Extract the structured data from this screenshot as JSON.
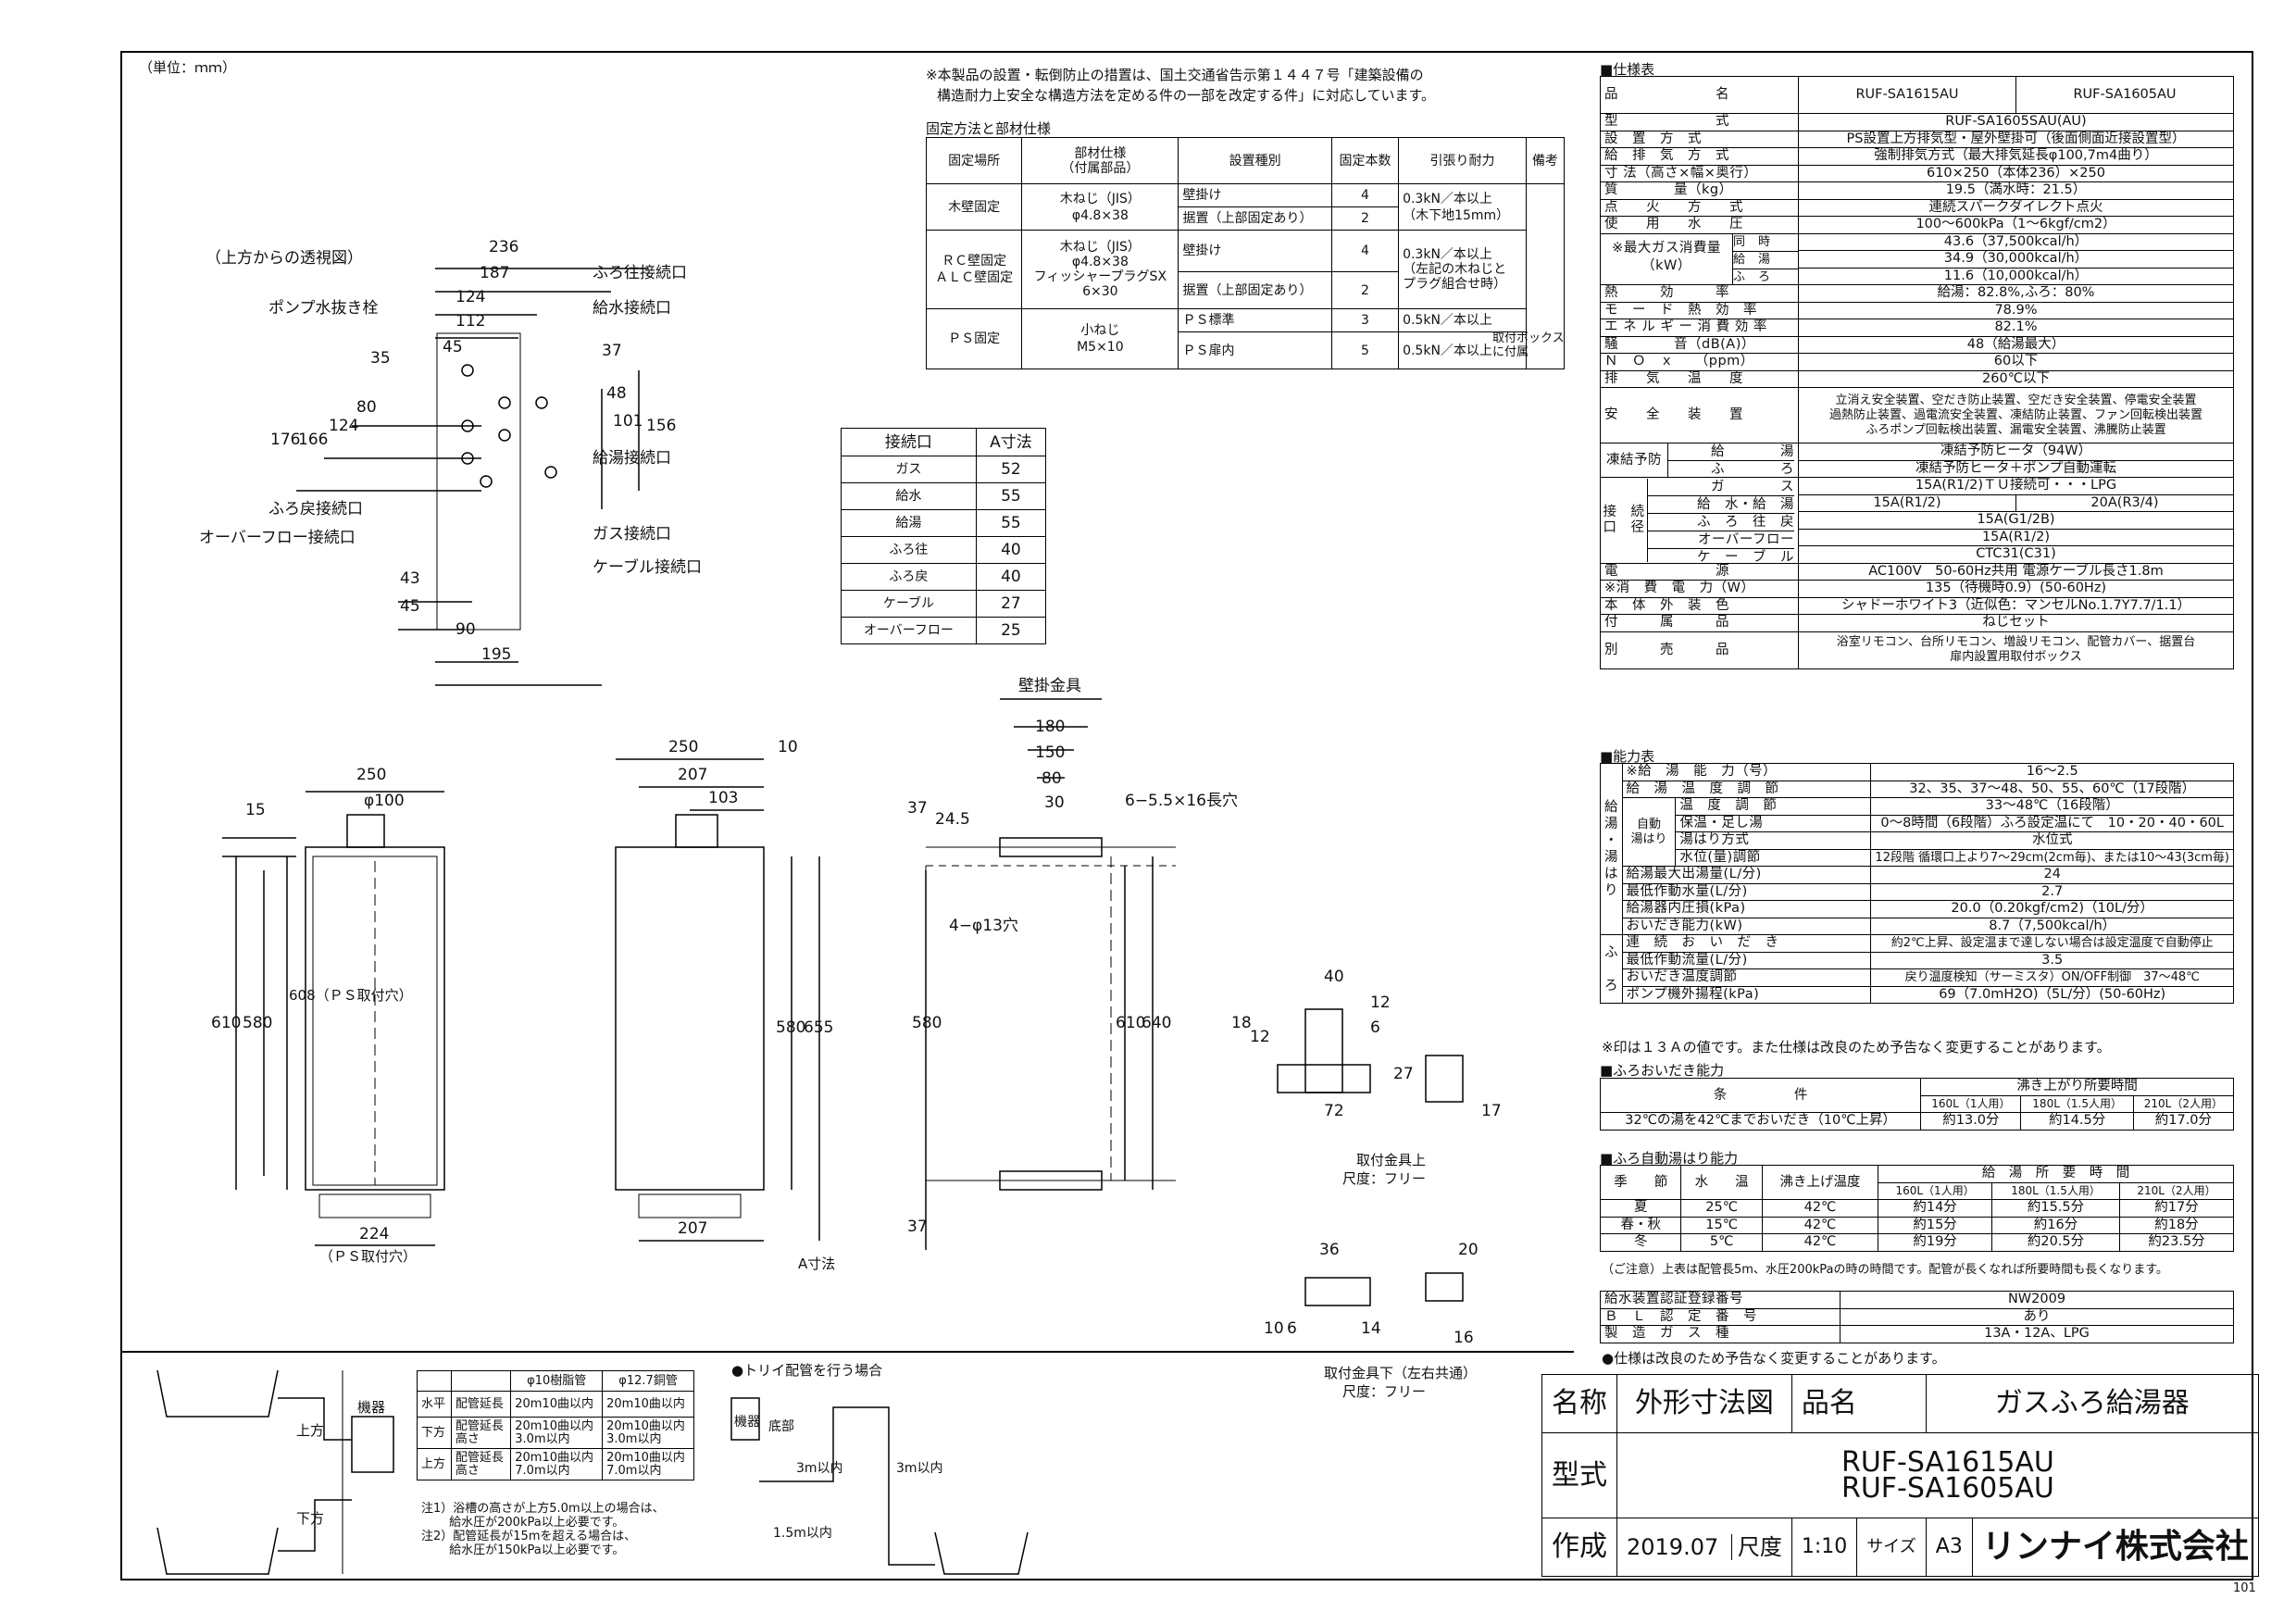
{
  "unit_note": "（単位：ｍｍ）",
  "page_number": "101",
  "install_note": {
    "line1": "※本製品の設置・転倒防止の措置は、国土交通省告示第１４４７号「建築設備の",
    "line2": "構造耐力上安全な構造方法を定める件の一部を改定する件」に対応しています。"
  },
  "fix_table": {
    "title": "固定方法と部材仕様",
    "headers": [
      "固定場所",
      "部材仕様\n（付属部品）",
      "設置種別",
      "固定本数",
      "引張り耐力",
      "備考"
    ],
    "wood": {
      "place": "木壁固定",
      "part": "木ねじ（JIS）\nφ4.8×38",
      "type1": "壁掛け",
      "n1": "4",
      "type2": "据置（上部固定あり）",
      "n2": "2",
      "force": "0.3kN／本以上\n（木下地15mm）"
    },
    "rc": {
      "place": "ＲＣ壁固定\nＡＬＣ壁固定",
      "part": "木ねじ（JIS）\nφ4.8×38\nフィッシャープラグSX\n6×30",
      "type1": "壁掛け",
      "n1": "4",
      "type2": "据置（上部固定あり）",
      "n2": "2",
      "force": "0.3kN／本以上\n（左記の木ねじと\nプラグ組合せ時）"
    },
    "ps": {
      "place": "ＰＳ固定",
      "part": "小ねじ\nM5×10",
      "type1": "ＰＳ標準",
      "n1": "3",
      "force1": "0.5kN／本以上",
      "type2": "ＰＳ扉内",
      "n2": "5",
      "force2": "0.5kN／本以上",
      "note": "取付ボックス\nに付属"
    }
  },
  "a_table": {
    "headers": [
      "接続口",
      "A寸法"
    ],
    "rows": [
      [
        "ガス",
        "52"
      ],
      [
        "給水",
        "55"
      ],
      [
        "給湯",
        "55"
      ],
      [
        "ふろ往",
        "40"
      ],
      [
        "ふろ戻",
        "40"
      ],
      [
        "ケーブル",
        "27"
      ],
      [
        "オーバーフロー",
        "25"
      ]
    ]
  },
  "top_view": {
    "caption": "（上方からの透視図）",
    "labels": [
      "ポンプ水抜き栓",
      "ふろ往接続口",
      "給水接続口",
      "給湯接続口",
      "ふろ戻接続口",
      "ガス接続口",
      "オーバーフロー接続口",
      "ケーブル接続口"
    ],
    "dims": [
      "236",
      "187",
      "124",
      "112",
      "45",
      "35",
      "37",
      "80",
      "124",
      "166",
      "176",
      "48",
      "101",
      "156",
      "43",
      "45",
      "90",
      "195"
    ]
  },
  "front_view": {
    "dims": [
      "250",
      "φ100",
      "15",
      "610",
      "580",
      "608（ＰＳ取付穴）",
      "224",
      "（ＰＳ取付穴）"
    ]
  },
  "side_view": {
    "dims": [
      "250",
      "10",
      "207",
      "103",
      "580",
      "655",
      "207",
      "A寸法"
    ]
  },
  "bracket": {
    "title": "壁掛金具",
    "dims": [
      "180",
      "150",
      "80",
      "30",
      "37",
      "24.5",
      "6−5.5×16長穴",
      "4−φ13穴",
      "580",
      "610",
      "640",
      "37"
    ]
  },
  "upper_fit": {
    "dims": [
      "40",
      "12",
      "6",
      "18",
      "12",
      "27",
      "72",
      "17"
    ],
    "caption1": "取付金具上",
    "caption2": "尺度：フリー"
  },
  "lower_fit": {
    "dims": [
      "36",
      "20",
      "10",
      "6",
      "14",
      "16"
    ],
    "caption1": "取付金具下（左右共通）",
    "caption2": "尺度：フリー"
  },
  "spec": {
    "title": "■仕様表",
    "rows": [
      [
        "品　　　　　　　名",
        "RUF-SA1615AU",
        "RUF-SA1605AU"
      ],
      [
        "型　　　　　　　式",
        "RUF-SA1605SAU(AU)"
      ],
      [
        "設　置　方　式",
        "PS設置上方排気型・屋外壁掛可（後面側面近接設置型）"
      ],
      [
        "給　排　気　方　式",
        "強制排気方式（最大排気延長φ100,7m4曲り）"
      ],
      [
        "寸 法（高さ×幅×奥行）",
        "610×250（本体236）×250"
      ],
      [
        "質　　　　量（kg）",
        "19.5（満水時：21.5）"
      ],
      [
        "点　　火　　方　　式",
        "連続スパークダイレクト点火"
      ],
      [
        "使　　用　　水　　圧",
        "100〜600kPa（1〜6kgf/cm2）"
      ]
    ],
    "gas_label": "※最大ガス消費量\n（kW）",
    "gas_rows": [
      [
        "同　時",
        "43.6（37,500kcal/h）"
      ],
      [
        "給　湯",
        "34.9（30,000kcal/h）"
      ],
      [
        "ふ　ろ",
        "11.6（10,000kcal/h）"
      ]
    ],
    "rows2": [
      [
        "熱　　　効　　　率",
        "給湯：82.8%,ふろ：80%"
      ],
      [
        "モ　ー　ド　熱　効　率",
        "78.9%"
      ],
      [
        "エ ネ ル ギ ー 消 費 効 率",
        "82.1%"
      ],
      [
        "騒　　　　音（dB(A)）",
        "48（給湯最大）"
      ],
      [
        "Ｎ　Ｏ　ｘ　　（ppm）",
        "60以下"
      ],
      [
        "排　　気　　温　　度",
        "260℃以下"
      ]
    ],
    "safety_label": "安　　全　　装　　置",
    "safety": [
      "立消え安全装置、空だき防止装置、空だき安全装置、停電安全装置",
      "過熱防止装置、過電流安全装置、凍結防止装置、ファン回転検出装置",
      "ふろポンプ回転検出装置、漏電安全装置、沸騰防止装置"
    ],
    "freeze_label": "凍結予防",
    "freeze": [
      [
        "給　　　　湯",
        "凍結予防ヒータ（94W）"
      ],
      [
        "ふ　　　　ろ",
        "凍結予防ヒータ＋ポンプ自動運転"
      ]
    ],
    "conn_label": "接　続\n口　径",
    "conn": [
      [
        "ガ　　　　ス",
        "15A(R1/2)ＴＵ接続可・・・LPG"
      ],
      [
        "給　水・給　湯",
        "15A(R1/2)",
        "20A(R3/4)"
      ],
      [
        "ふ　ろ　往　戻",
        "15A(G1/2B)"
      ],
      [
        "オーバーフロー",
        "15A(R1/2)"
      ],
      [
        "ケ　ー　ブ　ル",
        "CTC31(C31)"
      ]
    ],
    "rows3": [
      [
        "電　　　　　　　源",
        "AC100V　50-60Hz共用 電源ケーブル長さ1.8m"
      ],
      [
        "※消　費　電　力（W）",
        "135（待機時0.9）(50-60Hz)"
      ],
      [
        "本　体　外　装　色",
        "シャドーホワイト3（近似色：マンセルNo.1.7Y7.7/1.1）"
      ],
      [
        "付　　　属　　　品",
        "ねじセット"
      ]
    ],
    "sold_label": "別　　　売　　　品",
    "sold": [
      "浴室リモコン、台所リモコン、増設リモコン、配管カバー、据置台",
      "扉内設置用取付ボックス"
    ]
  },
  "perf": {
    "title": "■能力表",
    "side1": "給\n湯\n・\n湯\nは\nり",
    "side2": "ふ\n\nろ",
    "rows": [
      [
        "※給　湯　能　力（号）",
        "16〜2.5"
      ],
      [
        "給　湯　温　度　調　節",
        "32、35、37〜48、50、55、60℃（17段階）"
      ],
      [
        "温　度　調　節",
        "33〜48℃（16段階）"
      ],
      [
        "保温・足し湯",
        "0〜8時間（6段階）ふろ設定温にて　10・20・40・60L"
      ],
      [
        "湯はり方式",
        "水位式"
      ],
      [
        "水位(量)調節",
        "12段階 循環口上より7〜29cm(2cm毎)、または10〜43(3cm毎)"
      ],
      [
        "給湯最大出湯量(L/分)",
        "24"
      ],
      [
        "最低作動水量(L/分)",
        "2.7"
      ],
      [
        "給湯器内圧損(kPa)",
        "20.0（0.20kgf/cm2)（10L/分）"
      ],
      [
        "おいだき能力(kW)",
        "8.7（7,500kcal/h）"
      ],
      [
        "連　続　お　い　だ　き",
        "約2℃上昇、設定温まで達しない場合は設定温度で自動停止"
      ],
      [
        "最低作動流量(L/分)",
        "3.5"
      ],
      [
        "おいだき温度調節",
        "戻り温度検知（サーミスタ）ON/OFF制御　37〜48℃"
      ],
      [
        "ポンプ機外揚程(kPa)",
        "69（7.0mH2O)（5L/分）(50-60Hz)"
      ]
    ],
    "auto_label": "自動\n湯はり",
    "footnote": "※印は１３Ａの値です。また仕様は改良のため予告なく変更することがあります。"
  },
  "reheat": {
    "title": "■ふろおいだき能力",
    "cond": "条　　　　　件",
    "time": "沸き上がり所要時間",
    "cols": [
      "160L（1人用）",
      "180L（1.5人用）",
      "210L（2人用）"
    ],
    "row_label": "32℃の湯を42℃までおいだき（10℃上昇）",
    "values": [
      "約13.0分",
      "約14.5分",
      "約17.0分"
    ]
  },
  "auto_fill": {
    "title": "■ふろ自動湯はり能力",
    "headers": [
      "季　　節",
      "水　　温",
      "沸き上げ温度",
      "給　湯　所　要　時　間"
    ],
    "cols": [
      "160L（1人用）",
      "180L（1.5人用）",
      "210L（2人用）"
    ],
    "rows": [
      [
        "夏",
        "25℃",
        "42℃",
        "約14分",
        "約15.5分",
        "約17分"
      ],
      [
        "春・秋",
        "15℃",
        "42℃",
        "約15分",
        "約16分",
        "約18分"
      ],
      [
        "冬",
        "5℃",
        "42℃",
        "約19分",
        "約20.5分",
        "約23.5分"
      ]
    ],
    "note": "（ご注意）上表は配管長5m、水圧200kPaの時の時間です。配管が長くなれば所要時間も長くなります。"
  },
  "cert": {
    "rows": [
      [
        "給水装置認証登録番号",
        "NW2009"
      ],
      [
        "Ｂ　Ｌ　認　定　番　号",
        "あり"
      ],
      [
        "製　造　ガ　ス　種",
        "13A・12A、LPG"
      ]
    ],
    "note": "●仕様は改良のため予告なく変更することがあります。"
  },
  "title_block": {
    "name_label": "名称",
    "name": "外形寸法図",
    "product_label": "品名",
    "product": "ガスふろ給湯器",
    "model_label": "型式",
    "model1": "RUF-SA1615AU",
    "model2": "RUF-SA1605AU",
    "made_label": "作成",
    "date": "2019.07",
    "scale_label": "尺度",
    "scale": "1:10",
    "size_label": "サイズ",
    "size": "A3",
    "company": "リンナイ株式会社"
  },
  "piping": {
    "table_headers": [
      "",
      "",
      "φ10樹脂管",
      "φ12.7銅管"
    ],
    "rows": [
      [
        "水平",
        "配管延長",
        "20m10曲以内",
        "20m10曲以内"
      ],
      [
        "下方",
        "配管延長\n高さ",
        "20m10曲以内\n3.0m以内",
        "20m10曲以内\n3.0m以内"
      ],
      [
        "上方",
        "配管延長\n高さ",
        "20m10曲以内\n7.0m以内",
        "20m10曲以内\n7.0m以内"
      ]
    ],
    "notes": [
      "注1）浴槽の高さが上方5.0m以上の場合は、",
      "　　 給水圧が200kPa以上必要です。",
      "注2）配管延長が15mを超える場合は、",
      "　　 給水圧が150kPa以上必要です。"
    ],
    "labels": [
      "上方",
      "下方",
      "機器"
    ],
    "trap_title": "●トリイ配管を行う場合",
    "trap_labels": [
      "機器",
      "底部",
      "3m以内",
      "3m以内",
      "1.5m以内"
    ]
  }
}
